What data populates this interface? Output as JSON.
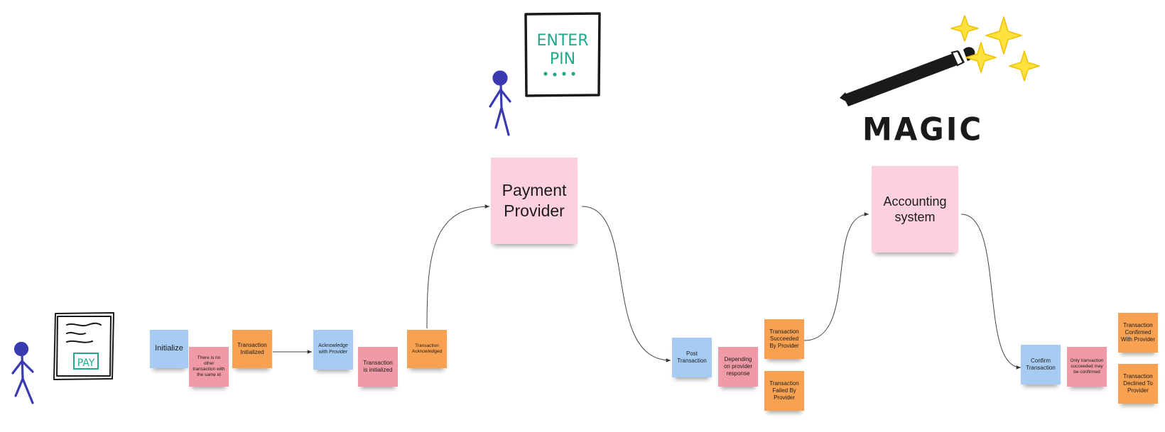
{
  "colors": {
    "command": "#a7ccf4",
    "rule": "#ef9aa6",
    "event": "#f8a150",
    "system": "#fccfe1",
    "actor": "#3a3bb0",
    "ink": "#1a1a1a",
    "marker_green": "#1fa98b",
    "sparkle": "#ffe23d"
  },
  "sketches": {
    "pay_form_button": "PAY",
    "pin_screen_text": "ENTER PIN",
    "magic_caption": "MAGIC"
  },
  "notes": {
    "initialize": "Initialize",
    "no_duplicate_rule": "There is no other transaction with the same id",
    "transaction_initialized": "Transaction Initialized",
    "acknowledge_with_provider": "Acknowledge with Provider",
    "transaction_is_initialized": "Transaction is initialized",
    "transaction_acknowledged": "Transaction Acknowledged",
    "payment_provider": "Payment Provider",
    "post_transaction": "Post Transaction",
    "depending_on_provider_response": "Depending on provider response",
    "transaction_succeeded_by_provider": "Transaction Succeeded By Provider",
    "transaction_failed_by_provider": "Transaction Failed By Provider",
    "accounting_system": "Accounting system",
    "confirm_transaction": "Confirm Transaction",
    "only_succeeded_rule": "Only transaction succeeded may be confirmed",
    "transaction_confirmed_with_provider": "Transaction Confirmed With Provider",
    "transaction_declined_to_provider": "Transaction Declined To Provider"
  }
}
